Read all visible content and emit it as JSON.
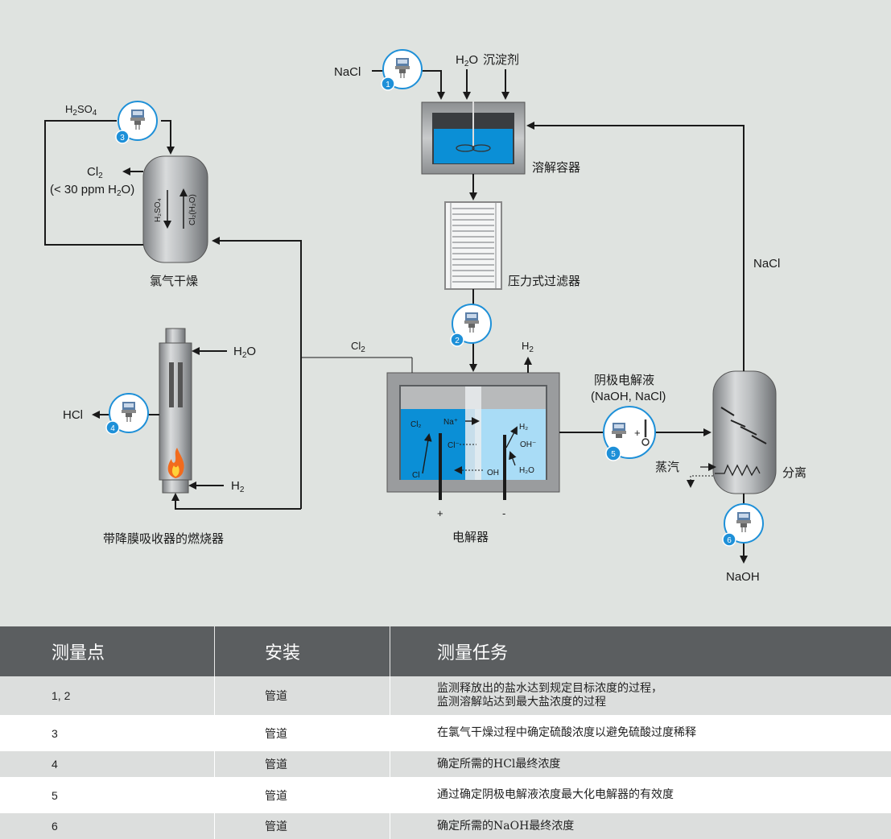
{
  "diagram": {
    "labels": {
      "nacl_in": "NaCl",
      "h2o": "H",
      "h2o_sub": "2",
      "h2o_o": "O",
      "precip": "沉淀剂",
      "dissolver": "溶解容器",
      "filter": "压力式过滤器",
      "h2so4_h": "H",
      "h2so4_2": "2",
      "h2so4_so": "SO",
      "h2so4_4": "4",
      "cl2_out": "Cl",
      "cl2_sub": "2",
      "cl2_ppm": "(< 30 ppm H",
      "cl2_ppm_sub": "2",
      "cl2_ppm_end": "O)",
      "drying": "氯气干燥",
      "tower_h2so4": "H₂SO₄",
      "tower_cl2h2o": "Cl₂(H₂O)",
      "burner_h2o": "H",
      "burner_h2o_sub": "2",
      "burner_h2o_o": "O",
      "hcl": "HCl",
      "burner_h2": "H",
      "burner_h2_sub": "2",
      "burner": "带降膜吸收器的燃烧器",
      "cl2_line": "Cl",
      "cl2_line_sub": "2",
      "cell_h2": "H",
      "cell_h2_sub": "2",
      "electrolyzer": "电解器",
      "plus": "+",
      "minus": "-",
      "cell_cl2": "Cl₂",
      "cell_na": "Na⁺",
      "cell_cl_mid": "Cl⁻",
      "cell_cl": "Cl",
      "cell_oh": "OH",
      "cell_h2_in": "H₂",
      "cell_oh_minus": "OH⁻",
      "cell_h2o": "H₂O",
      "catholyte": "阴极电解液",
      "catholyte_sub": "(NaOH, NaCl)",
      "steam": "蒸汽",
      "separator": "分离",
      "nacl_return": "NaCl",
      "naoh": "NaOH",
      "points": [
        "1",
        "2",
        "3",
        "4",
        "5",
        "6"
      ],
      "sensor_plus": "+"
    },
    "colors": {
      "background": "#dfe3e0",
      "vessel": "#9a9c9e",
      "liquid": "#0b8fd6",
      "liquid_light": "#a9dcf6",
      "badge": "#1e90d8"
    }
  },
  "table": {
    "headers": [
      "测量点",
      "安装",
      "测量任务"
    ],
    "rows": [
      {
        "point": "1, 2",
        "install": "管道",
        "task1": "监测释放出的盐水达到规定目标浓度的过程，",
        "task2": "监测溶解站达到最大盐浓度的过程"
      },
      {
        "point": "3",
        "install": "管道",
        "task1": "在氯气干燥过程中确定硫酸浓度以避免硫酸过度稀释",
        "task2": ""
      },
      {
        "point": "4",
        "install": "管道",
        "task1": "确定所需的HCl最终浓度",
        "task2": ""
      },
      {
        "point": "5",
        "install": "管道",
        "task1": "通过确定阴极电解液浓度最大化电解器的有效度",
        "task2": ""
      },
      {
        "point": "6",
        "install": "管道",
        "task1": "确定所需的NaOH最终浓度",
        "task2": ""
      }
    ]
  }
}
